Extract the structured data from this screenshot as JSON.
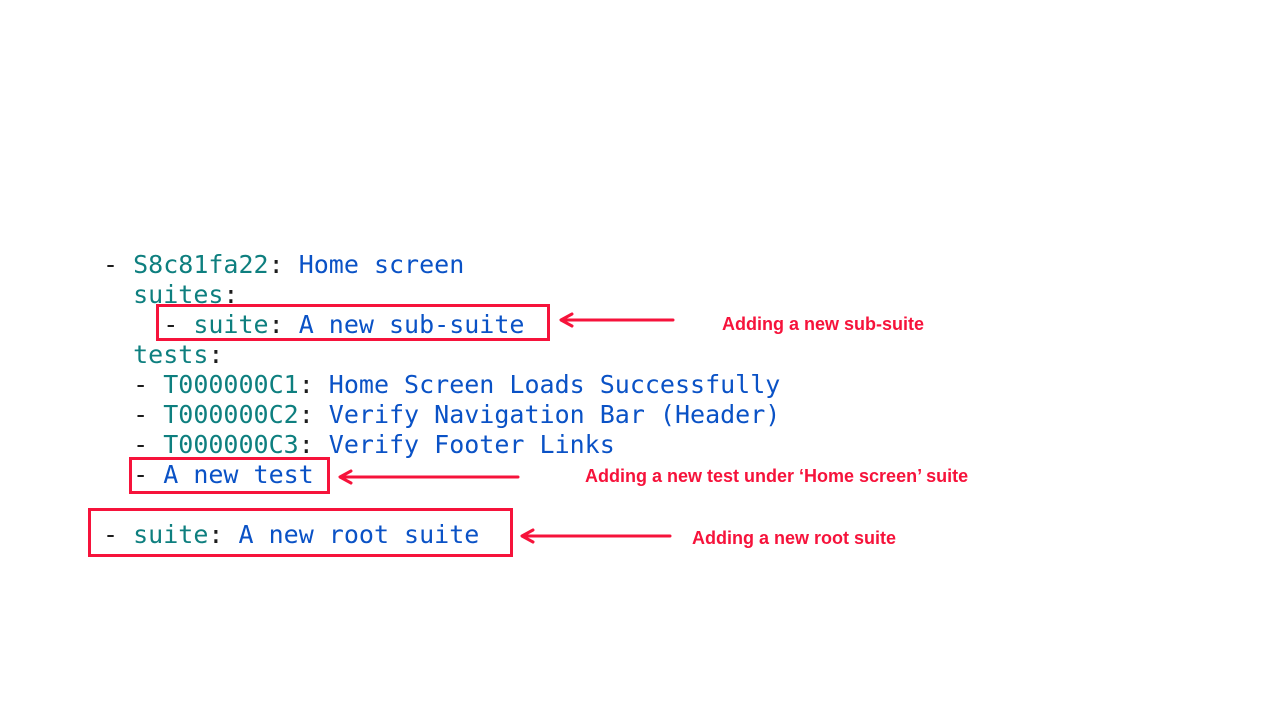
{
  "colors": {
    "background": "#ffffff",
    "key": "#0e7f7f",
    "value": "#0a52c6",
    "punct": "#1c1c1c",
    "highlight": "#f6133b"
  },
  "code": {
    "language": "yaml",
    "lines": [
      {
        "tokens": [
          {
            "c": "punct",
            "t": "- "
          },
          {
            "c": "key",
            "t": "S8c81fa22"
          },
          {
            "c": "punct",
            "t": ": "
          },
          {
            "c": "value",
            "t": "Home screen"
          }
        ]
      },
      {
        "tokens": [
          {
            "c": "punct",
            "t": "  "
          },
          {
            "c": "key",
            "t": "suites"
          },
          {
            "c": "punct",
            "t": ":"
          }
        ]
      },
      {
        "tokens": [
          {
            "c": "punct",
            "t": "    - "
          },
          {
            "c": "key",
            "t": "suite"
          },
          {
            "c": "punct",
            "t": ": "
          },
          {
            "c": "value",
            "t": "A new sub-suite"
          }
        ]
      },
      {
        "tokens": [
          {
            "c": "punct",
            "t": "  "
          },
          {
            "c": "key",
            "t": "tests"
          },
          {
            "c": "punct",
            "t": ":"
          }
        ]
      },
      {
        "tokens": [
          {
            "c": "punct",
            "t": "  - "
          },
          {
            "c": "key",
            "t": "T000000C1"
          },
          {
            "c": "punct",
            "t": ": "
          },
          {
            "c": "value",
            "t": "Home Screen Loads Successfully"
          }
        ]
      },
      {
        "tokens": [
          {
            "c": "punct",
            "t": "  - "
          },
          {
            "c": "key",
            "t": "T000000C2"
          },
          {
            "c": "punct",
            "t": ": "
          },
          {
            "c": "value",
            "t": "Verify Navigation Bar (Header)"
          }
        ]
      },
      {
        "tokens": [
          {
            "c": "punct",
            "t": "  - "
          },
          {
            "c": "key",
            "t": "T000000C3"
          },
          {
            "c": "punct",
            "t": ": "
          },
          {
            "c": "value",
            "t": "Verify Footer Links"
          }
        ]
      },
      {
        "tokens": [
          {
            "c": "punct",
            "t": "  - "
          },
          {
            "c": "value",
            "t": "A new test"
          }
        ]
      },
      {
        "tokens": []
      },
      {
        "tokens": [
          {
            "c": "punct",
            "t": "- "
          },
          {
            "c": "key",
            "t": "suite"
          },
          {
            "c": "punct",
            "t": ": "
          },
          {
            "c": "value",
            "t": "A new root suite"
          }
        ]
      }
    ]
  },
  "annotations": [
    {
      "label": "Adding a new sub-suite"
    },
    {
      "label": "Adding a new test under ‘Home screen’ suite"
    },
    {
      "label": "Adding a new root suite"
    }
  ]
}
